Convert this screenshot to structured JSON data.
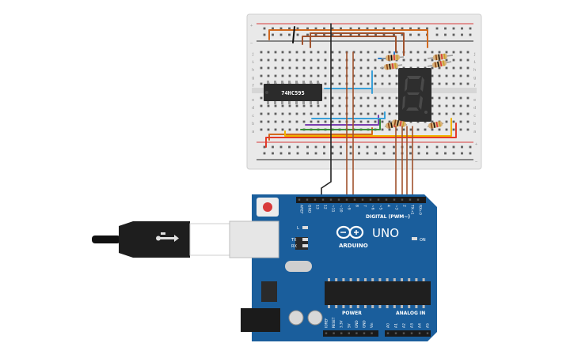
{
  "circuit": {
    "shift_register": {
      "label": "74HC595"
    },
    "board": {
      "logo_text": "UNO",
      "brand_text": "ARDUINO",
      "digital_header_label": "DIGITAL (PWM~)",
      "power_label": "POWER",
      "analog_label": "ANALOG IN",
      "on_label": "ON",
      "led_labels": [
        "L",
        "TX",
        "RX"
      ],
      "top_pin_labels": [
        "AREF",
        "GND",
        "13",
        "12",
        "~11",
        "~10",
        "~9",
        "8",
        "7",
        "~6",
        "~5",
        "4",
        "~3",
        "2",
        "TX→1",
        "RX←0"
      ],
      "power_pin_labels": [
        "IOREF",
        "RESET",
        "3.3V",
        "5V",
        "GND",
        "GND",
        "Vin"
      ],
      "analog_pin_labels": [
        "A0",
        "A1",
        "A2",
        "A3",
        "A4",
        "A5"
      ]
    },
    "breadboard": {
      "row_letters_top": [
        "j",
        "i",
        "h",
        "g",
        "f"
      ],
      "row_letters_bottom": [
        "e",
        "d",
        "c",
        "b",
        "a"
      ],
      "rail_plus": "+",
      "rail_minus": "−"
    }
  }
}
